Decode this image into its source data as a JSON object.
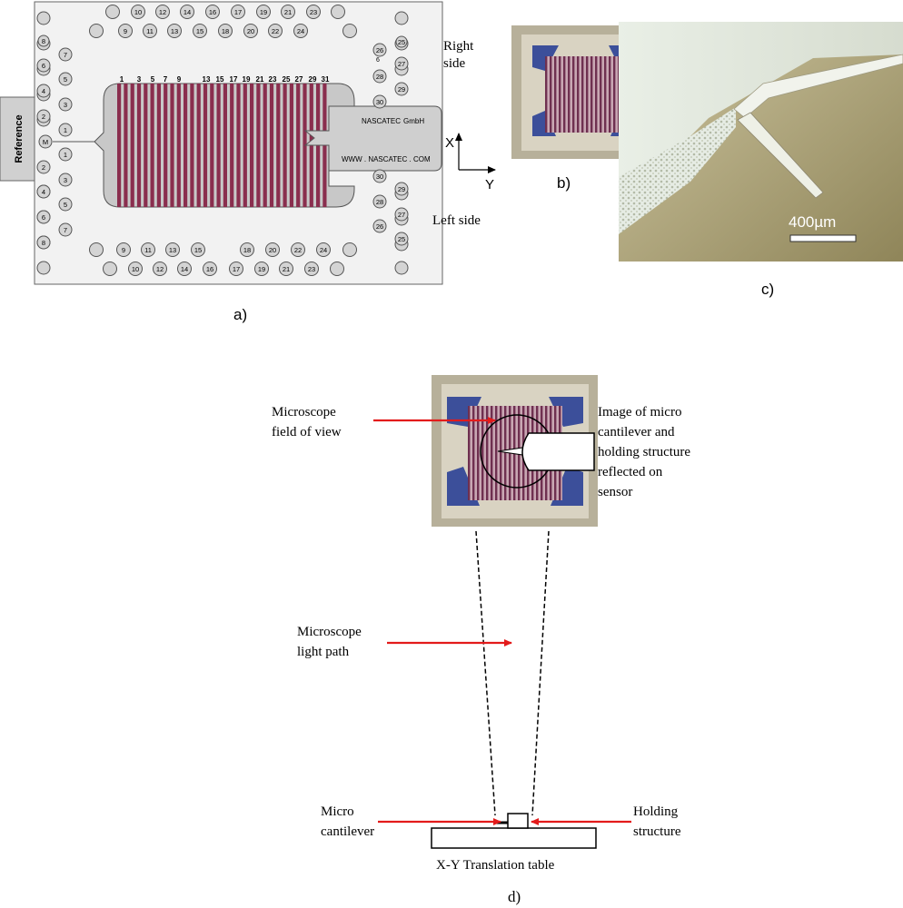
{
  "panel_labels": {
    "a": "a)",
    "b": "b)",
    "c": "c)",
    "d": "d)"
  },
  "panel_a": {
    "reference_label": "Reference",
    "pad_m_label": "M",
    "brand_name": "NASCATEC",
    "brand_suffix": "GmbH",
    "website": "WWW . NASCATEC . COM",
    "axis_x_label": "X",
    "axis_y_label": "Y",
    "right_side_line1": "Right",
    "right_side_line2": "side",
    "left_side_label": "Left side",
    "finger_numbers": [
      "1",
      "3",
      "5",
      "7",
      "9",
      "13",
      "15",
      "17",
      "19",
      "21",
      "23",
      "25",
      "27",
      "29",
      "31"
    ],
    "top_pads_outer": [
      "10",
      "12",
      "14",
      "16",
      "17",
      "19",
      "21",
      "23"
    ],
    "top_pads_inner": [
      "9",
      "11",
      "13",
      "15",
      "18",
      "20",
      "22",
      "24"
    ],
    "bottom_pads_inner": [
      "9",
      "11",
      "13",
      "15",
      "18",
      "20",
      "22",
      "24"
    ],
    "bottom_pads_outer": [
      "10",
      "12",
      "14",
      "16",
      "17",
      "19",
      "21",
      "23"
    ],
    "left_pads_upper": [
      "8",
      "7",
      "6",
      "5",
      "4",
      "3",
      "2",
      "1"
    ],
    "left_pads_lower": [
      "1",
      "2",
      "3",
      "4",
      "5",
      "6",
      "7",
      "8"
    ],
    "right_pads_upper": [
      "26",
      "6",
      "28",
      "27",
      "30",
      "29"
    ],
    "right_pads_lower": [
      "30",
      "28",
      "29",
      "27",
      "26",
      "25"
    ]
  },
  "panel_c": {
    "scale_label": "400µm"
  },
  "panel_d": {
    "fov_line1": "Microscope",
    "fov_line2": "field of view",
    "reflect_line1": "Image of micro",
    "reflect_line2": "cantilever and",
    "reflect_line3": "holding structure",
    "reflect_line4": "reflected on",
    "reflect_line5": "sensor",
    "light_line1": "Microscope",
    "light_line2": "light path",
    "cantilever_line1": "Micro",
    "cantilever_line2": "cantilever",
    "holding_line1": "Holding",
    "holding_line2": "structure",
    "table_label": "X-Y Translation table"
  },
  "colors": {
    "finger": "#8a2e4e",
    "chip_gray": "#c8c8c8",
    "arrow_red": "#e31b1b",
    "sensor_blue": "#3a4a9a",
    "photo_bg": "#b8a878"
  }
}
